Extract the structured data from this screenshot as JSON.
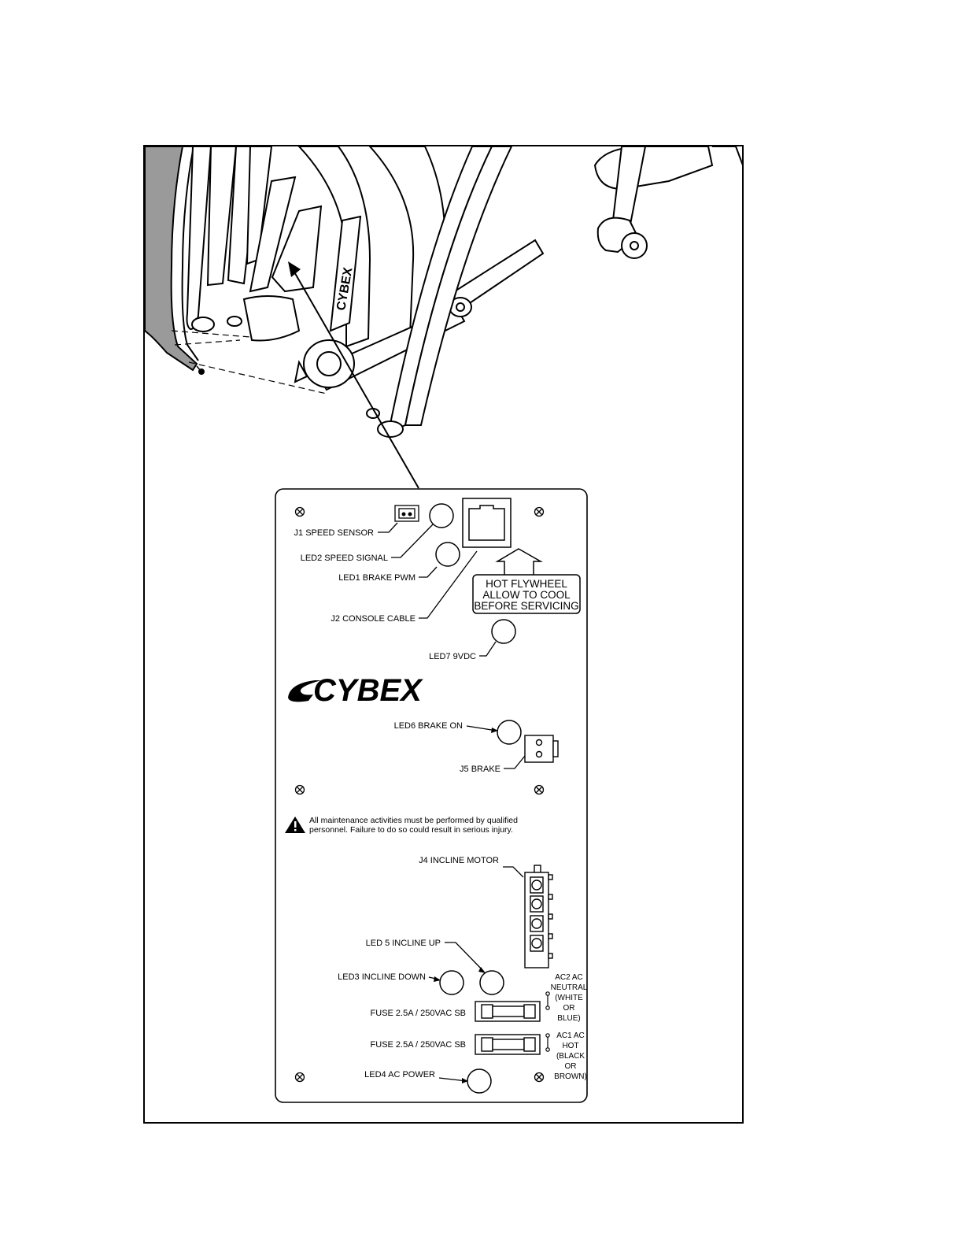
{
  "figure": {
    "brand": "CYBEX",
    "warning_box": [
      "HOT FLYWHEEL",
      "ALLOW TO COOL",
      "BEFORE SERVICING"
    ],
    "caution": [
      "All maintenance activities must be performed by qualified",
      "personnel.  Failure to do so could result in serious injury."
    ],
    "labels": {
      "j1": "J1 SPEED SENSOR",
      "led2": "LED2 SPEED SIGNAL",
      "led1": "LED1 BRAKE PWM",
      "j2": "J2 CONSOLE CABLE",
      "led7": "LED7 9VDC",
      "led6": "LED6 BRAKE ON",
      "j5": "J5 BRAKE",
      "j4": "J4 INCLINE MOTOR",
      "led5": "LED 5 INCLINE UP",
      "led3": "LED3 INCLINE DOWN",
      "fuse_top": "FUSE 2.5A / 250VAC SB",
      "fuse_bottom": "FUSE 2.5A / 250VAC SB",
      "led4": "LED4 AC POWER",
      "ac2": [
        "AC2 AC",
        "NEUTRAL",
        "(WHITE",
        "OR",
        "BLUE)"
      ],
      "ac1": [
        "AC1 AC",
        "HOT",
        "(BLACK",
        "OR",
        "BROWN)"
      ]
    }
  }
}
